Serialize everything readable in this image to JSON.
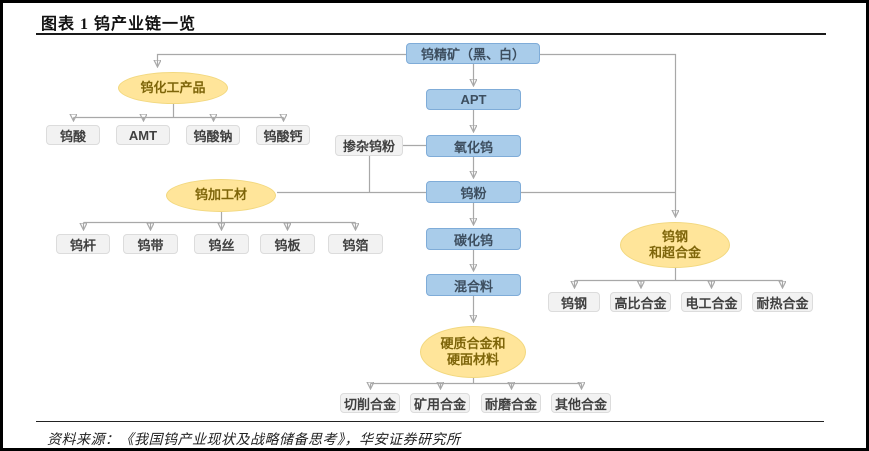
{
  "figure": {
    "title": "图表 1 钨产业链一览",
    "source": "资料来源：《我国钨产业现状及战略储备思考》，华安证券研究所"
  },
  "colors": {
    "process_box_fill": "#A9CCEA",
    "process_box_border": "#7FACD8",
    "process_box_text": "#3D4E5F",
    "category_ellipse_fill": "#FFE59A",
    "category_ellipse_text": "#7E650A",
    "product_box_fill": "#F2F2F2",
    "product_box_border": "#DCDCDC",
    "connector_line": "#A8A8A8",
    "frame_border": "#000000"
  },
  "nodes": {
    "concentrate": "钨精矿（黑、白）",
    "apt": "APT",
    "oxide": "氧化钨",
    "doped_powder": "掺杂钨粉",
    "powder": "钨粉",
    "carbide": "碳化钨",
    "mixture": "混合料",
    "chem": {
      "label": "钨化工产品",
      "children": [
        "钨酸",
        "AMT",
        "钨酸钠",
        "钨酸钙"
      ]
    },
    "processing": {
      "label": "钨加工材",
      "children": [
        "钨杆",
        "钨带",
        "钨丝",
        "钨板",
        "钨箔"
      ]
    },
    "steel": {
      "line1": "钨钢",
      "line2": "和超合金",
      "children": [
        "钨钢",
        "高比合金",
        "电工合金",
        "耐热合金"
      ]
    },
    "hard": {
      "line1": "硬质合金和",
      "line2": "硬面材料",
      "children": [
        "切削合金",
        "矿用合金",
        "耐磨合金",
        "其他合金"
      ]
    }
  }
}
